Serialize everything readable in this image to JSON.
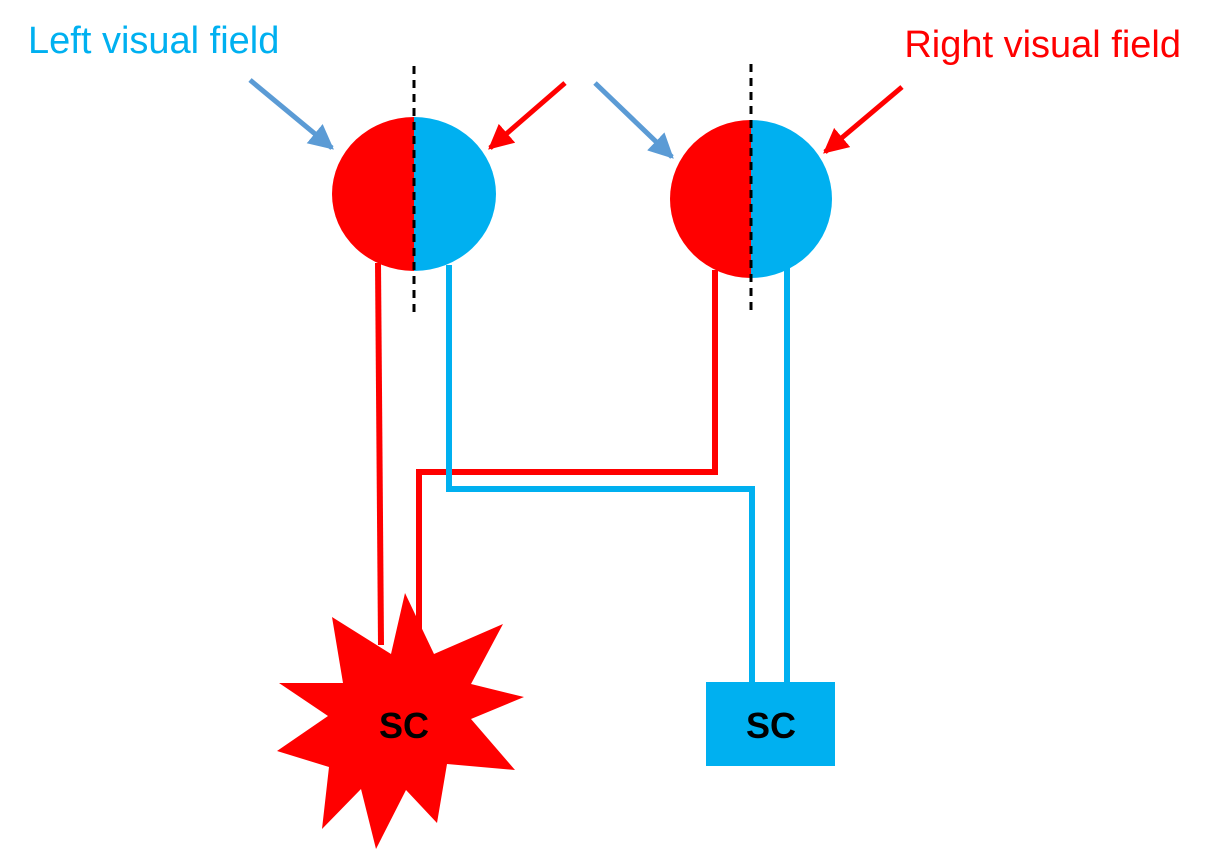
{
  "labels": {
    "left_visual_field": "Left visual field",
    "right_visual_field": "Right visual field"
  },
  "targets": {
    "left_sc": "SC",
    "right_sc": "SC"
  },
  "colors": {
    "left_field": "#00b0f0",
    "right_field": "#ff0000",
    "left_arrow": "#5b9bd5",
    "right_arrow": "#ff0000",
    "midline": "#000000",
    "text": "#000000"
  },
  "icons": {
    "left_eye": "eye-circle-icon",
    "right_eye": "eye-circle-icon",
    "left_sc": "starburst-icon",
    "right_sc": "rectangle-icon"
  }
}
